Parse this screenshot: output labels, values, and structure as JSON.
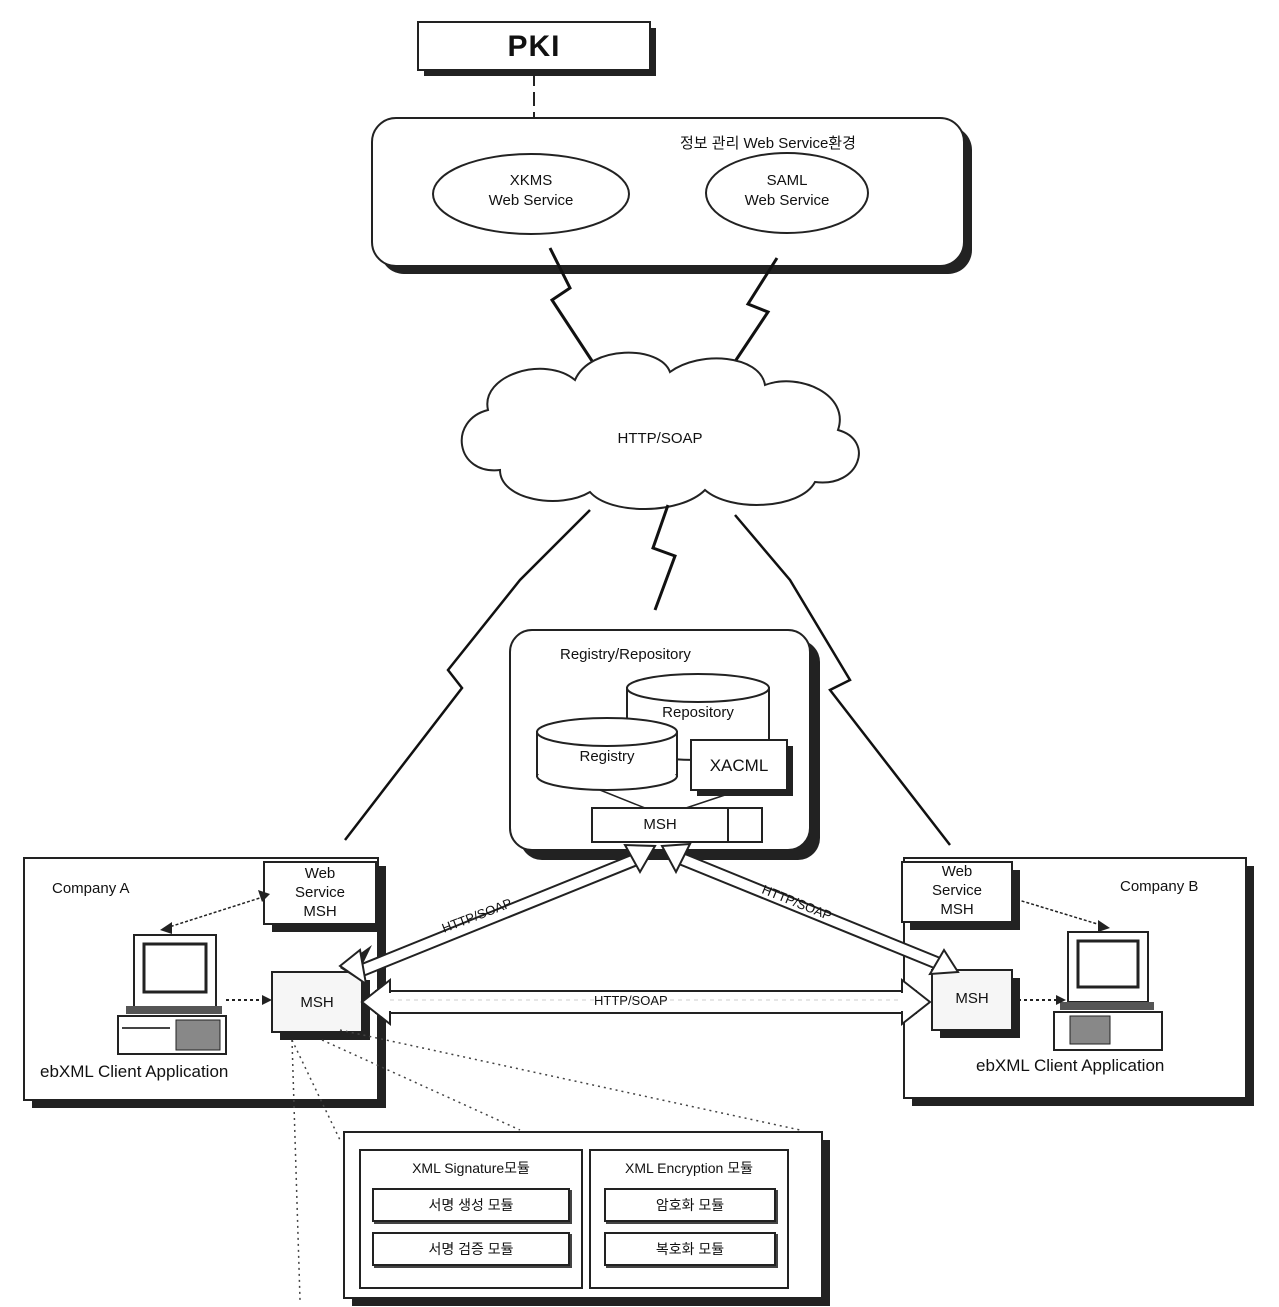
{
  "pki": "PKI",
  "web_service_env_label": "정보 관리 Web Service환경",
  "xkms_service": [
    "XKMS",
    "Web Service"
  ],
  "saml_service": [
    "SAML",
    "Web Service"
  ],
  "cloud_label": "HTTP/SOAP",
  "registry": {
    "title": "Registry/Repository",
    "repository": "Repository",
    "registry": "Registry",
    "xacml": "XACML",
    "msh": "MSH"
  },
  "company_a": {
    "name": "Company A",
    "web_service_msh": [
      "Web",
      "Service",
      "MSH"
    ],
    "msh": "MSH",
    "app": "ebXML Client Application"
  },
  "company_b": {
    "name": "Company B",
    "web_service_msh": [
      "Web",
      "Service",
      "MSH"
    ],
    "msh": "MSH",
    "app": "ebXML Client Application"
  },
  "links": {
    "a_to_registry": "HTTP/SOAP",
    "b_to_registry": "HTTP/SOAP",
    "a_to_b": "HTTP/SOAP"
  },
  "modules": {
    "signature": {
      "title": "XML Signature모듈",
      "items": [
        "서명 생성 모듈",
        "서명 검증 모듈"
      ]
    },
    "encryption": {
      "title": "XML Encryption 모듈",
      "items": [
        "암호화 모듈",
        "복호화 모듈"
      ]
    }
  }
}
